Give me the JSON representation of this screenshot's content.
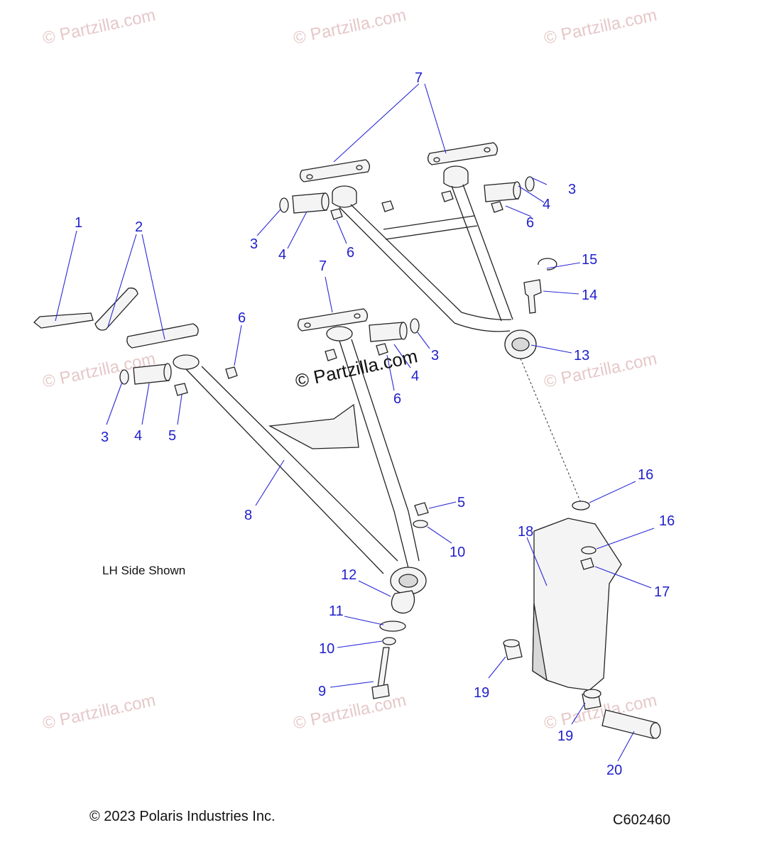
{
  "watermark_text": "© Partzilla.com",
  "center_watermark_text": "© Partzilla.com",
  "note": "LH Side Shown",
  "copyright": "© 2023 Polaris Industries Inc.",
  "diagram_code": "C602460",
  "callouts": {
    "c1": "1",
    "c2": "2",
    "c3a": "3",
    "c3b": "3",
    "c3c": "3",
    "c3d": "3",
    "c4a": "4",
    "c4b": "4",
    "c4c": "4",
    "c4d": "4",
    "c5a": "5",
    "c5b": "5",
    "c6a": "6",
    "c6b": "6",
    "c6c": "6",
    "c6d": "6",
    "c7a": "7",
    "c7b": "7",
    "c8": "8",
    "c9": "9",
    "c10a": "10",
    "c10b": "10",
    "c11": "11",
    "c12": "12",
    "c13": "13",
    "c14": "14",
    "c15": "15",
    "c16a": "16",
    "c16b": "16",
    "c17": "17",
    "c18": "18",
    "c19a": "19",
    "c19b": "19",
    "c20": "20"
  },
  "colors": {
    "callout": "#1f1fcc",
    "watermark": "#e6c8c8"
  }
}
